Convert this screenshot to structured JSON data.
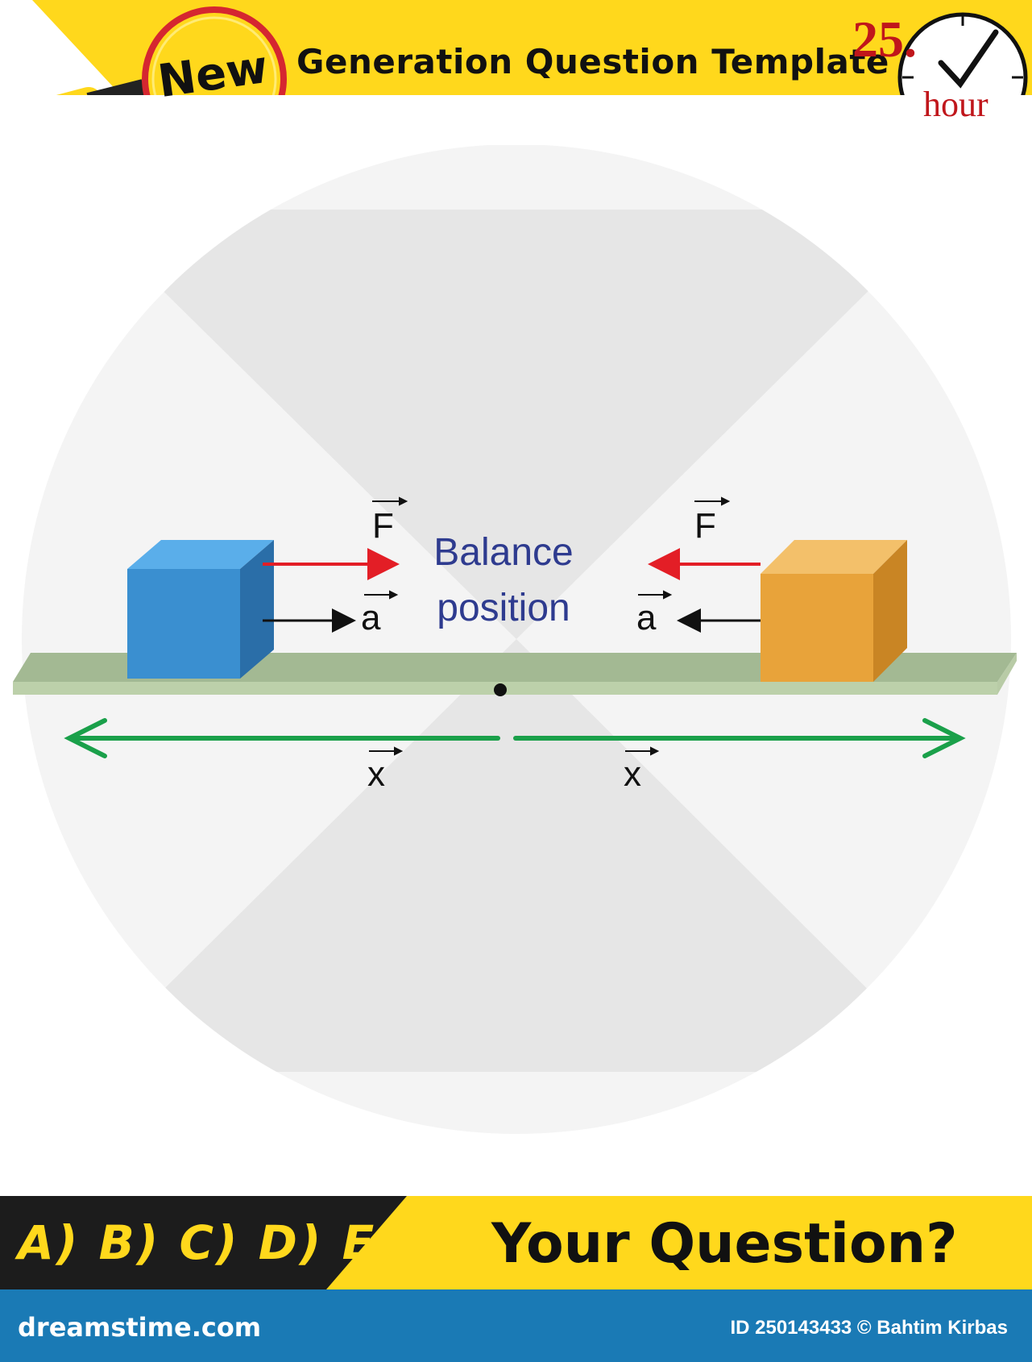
{
  "header": {
    "badge": "New",
    "title": "Generation Question Template",
    "clock_number": "25.",
    "clock_unit": "hour"
  },
  "diagram": {
    "force_label": "F",
    "accel_label": "a",
    "displacement_label": "x",
    "center_text_line1": "Balance",
    "center_text_line2": "position"
  },
  "answer_bar": {
    "choices": "A) B) C) D) E)",
    "question": "Your Question?"
  },
  "footer": {
    "brand": "dreamstime.com",
    "credit": "ID 250143433 © Bahtim Kirbas"
  },
  "colors": {
    "yellow": "#ffd81c",
    "red": "#e31e26",
    "green": "#1aa04a",
    "blue_box": "#3a8fd0",
    "orange_box": "#e8a33a",
    "platform": "#a3b993",
    "footer_blue": "#1a7ab5"
  }
}
